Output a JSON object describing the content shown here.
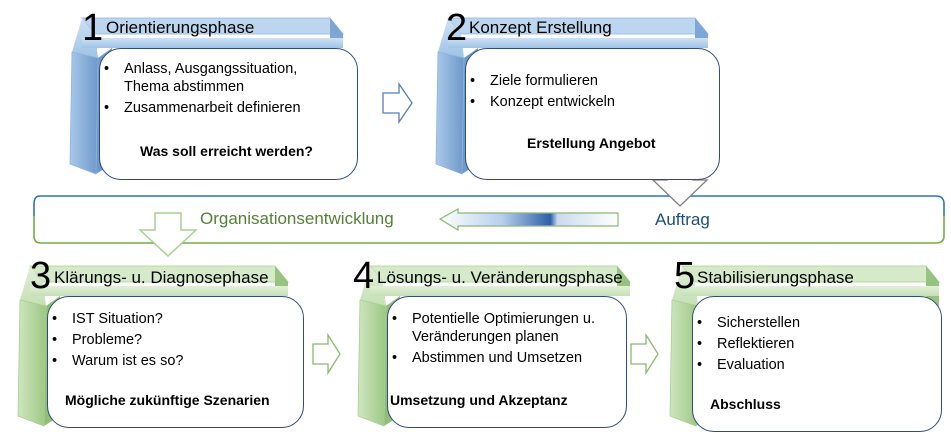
{
  "colors": {
    "blue_bar": "#9ec3e6",
    "blue_bar_dark": "#5a86bd",
    "green_bar": "#c5e0b4",
    "green_bar_dark": "#8cb873",
    "card_border": "#2f4d7a",
    "band_border_top": "#2e75b6",
    "band_border_bottom": "#70ad47",
    "org_text": "#548235",
    "auftrag_text": "#1f4e79"
  },
  "phases": [
    {
      "number": "1",
      "title": "Orientierungsphase",
      "bullets": [
        "Anlass, Ausgangssituation, Thema abstimmen",
        "Zusammenarbeit definieren"
      ],
      "summary": "Was soll erreicht werden?"
    },
    {
      "number": "2",
      "title": "Konzept Erstellung",
      "bullets": [
        "Ziele formulieren",
        "Konzept entwickeln"
      ],
      "summary": "Erstellung Angebot"
    },
    {
      "number": "3",
      "title": "Klärungs- u. Diagnosephase",
      "bullets": [
        "IST Situation?",
        "Probleme?",
        "Warum ist es so?"
      ],
      "summary": "Mögliche zukünftige Szenarien"
    },
    {
      "number": "4",
      "title": "Lösungs- u. Veränderungsphase",
      "bullets": [
        "Potentielle Optimierungen u. Veränderungen planen",
        "Abstimmen und Umsetzen"
      ],
      "summary": "Umsetzung und Akzeptanz"
    },
    {
      "number": "5",
      "title": "Stabilisierungsphase",
      "bullets": [
        "Sicherstellen",
        "Reflektieren",
        "Evaluation"
      ],
      "summary": "Abschluss"
    }
  ],
  "band": {
    "left_label": "Organisationsentwicklung",
    "right_label": "Auftrag"
  }
}
